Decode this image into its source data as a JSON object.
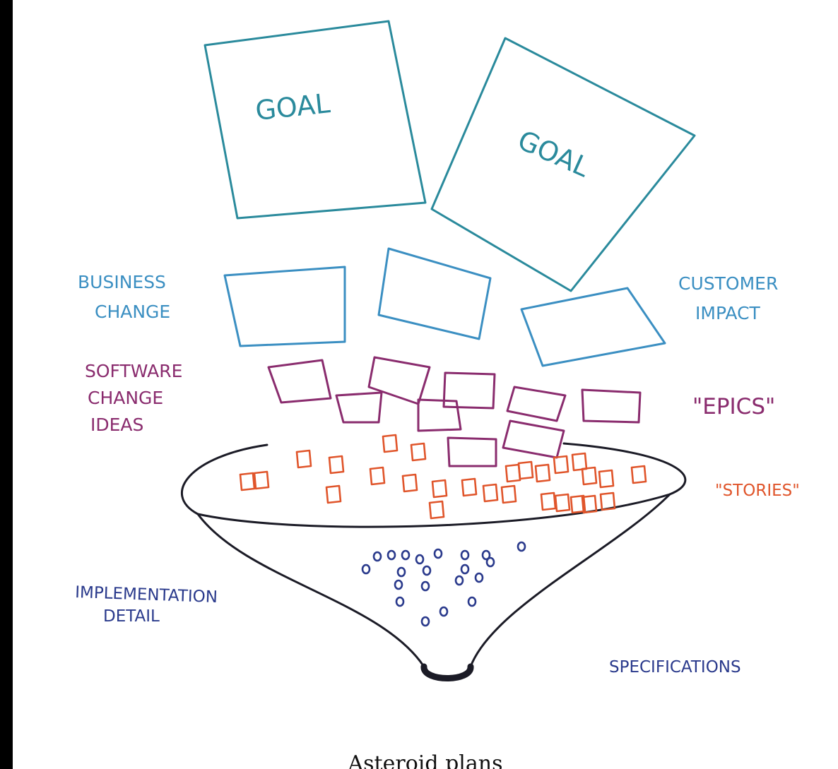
{
  "labels": {
    "goal_1": "GOAL",
    "goal_2": "GOAL",
    "business_change_line1": "BUSINESS",
    "business_change_line2": "CHANGE",
    "customer_impact_line1": "CUSTOMER",
    "customer_impact_line2": "IMPACT",
    "software_change_line1": "SOFTWARE",
    "software_change_line2": "CHANGE",
    "software_change_line3": "IDEAS",
    "epics": "\"EPICS\"",
    "stories": "\"STORIES\"",
    "implementation_line1": "IMPLEMENTATION",
    "implementation_line2": "DETAIL",
    "specifications": "SPECIFICATIONS"
  },
  "caption": "Asteroid plans",
  "colors": {
    "goal": "#2a8a9c",
    "business": "#3b8fc2",
    "epic": "#8a2c6e",
    "story": "#e0552b",
    "funnel": "#1b1b26",
    "detail": "#2a3a8c"
  }
}
